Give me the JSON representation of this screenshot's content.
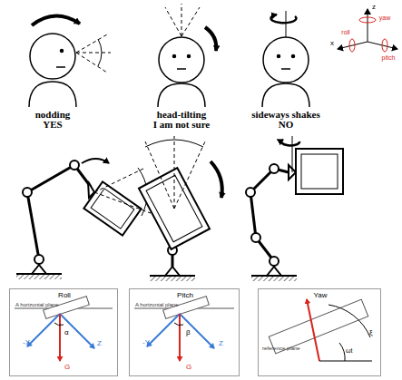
{
  "diagram": {
    "nodes": [
      {
        "text": [
          "Roll",
          "A horizontal plane",
          "-X",
          "Z",
          "α",
          "G"
        ]
      },
      {
        "text": [
          "Pitch",
          "A horizontal plane",
          "-Y",
          "Z",
          "β",
          "G"
        ]
      },
      {
        "text": [
          "Yaw",
          "reference plane",
          "ξ",
          "ωt"
        ]
      }
    ],
    "labels": [
      "nodding",
      "YES",
      "head-tilting",
      "I am not sure",
      "sideways shakes",
      "NO",
      "z",
      "yaw",
      "x",
      "roll",
      "pitch"
    ]
  }
}
